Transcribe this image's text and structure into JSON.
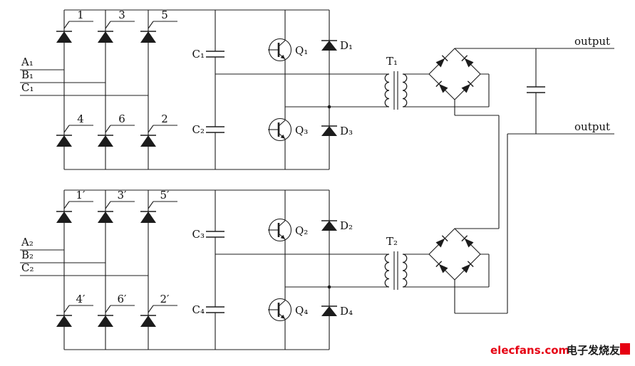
{
  "c1": {
    "scr": [
      "1",
      "3",
      "5",
      "4",
      "6",
      "2"
    ],
    "phases": [
      "A₁",
      "B₁",
      "C₁"
    ],
    "caps": [
      "C₁",
      "C₂"
    ],
    "igbts": [
      "Q₁",
      "Q₃"
    ],
    "diodes": [
      "D₁",
      "D₃"
    ],
    "transformer": "T₁"
  },
  "c2": {
    "scr": [
      "1′",
      "3′",
      "5′",
      "4′",
      "6′",
      "2′"
    ],
    "phases": [
      "A₂",
      "B₂",
      "C₂"
    ],
    "caps": [
      "C₃",
      "C₄"
    ],
    "igbts": [
      "Q₂",
      "Q₄"
    ],
    "diodes": [
      "D₂",
      "D₄"
    ],
    "transformer": "T₂"
  },
  "outputs": {
    "top": "output",
    "bottom": "output"
  },
  "watermark": {
    "brand": "elecfans.com",
    "cn": "电子发烧友",
    "brand_color": "#e60012",
    "text_color": "#1a1a1a"
  },
  "colors": {
    "wire": "#1c1c1c"
  }
}
